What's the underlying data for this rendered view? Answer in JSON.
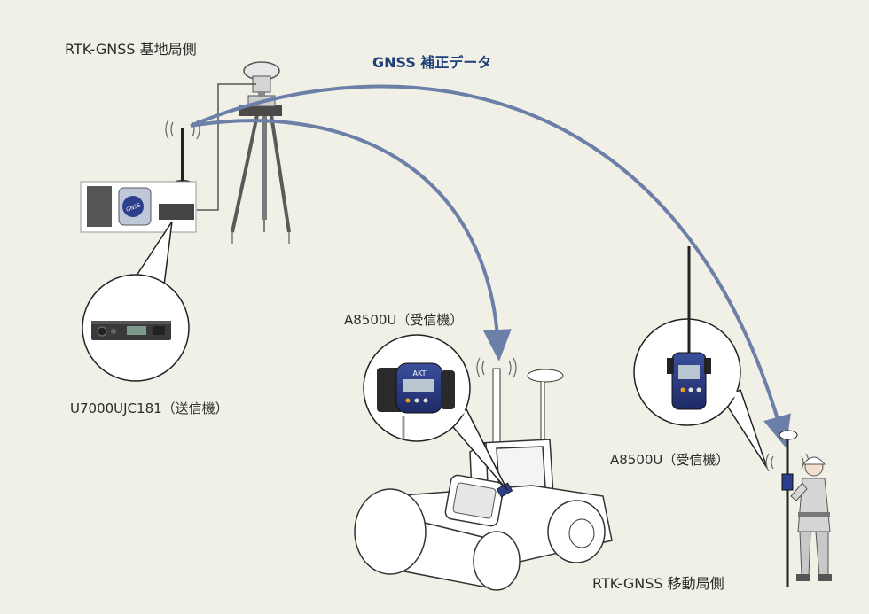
{
  "labels": {
    "base_station": "RTK-GNSS 基地局側",
    "correction_data": "GNSS 補正データ",
    "transmitter": "U7000UJC181（送信機）",
    "receiver_roller": "A8500U（受信機）",
    "receiver_rover": "A8500U（受信機）",
    "rover_station": "RTK-GNSS 移動局側"
  },
  "brand_marks": {
    "box_logo": "GNSS",
    "device_logo": "AKT"
  },
  "colors": {
    "background": "#f0f0e6",
    "arrow": "#6b7fa8",
    "label_text": "#2b2b2b",
    "accent_text": "#1e3f78",
    "device_blue": "#2b3f8c"
  }
}
